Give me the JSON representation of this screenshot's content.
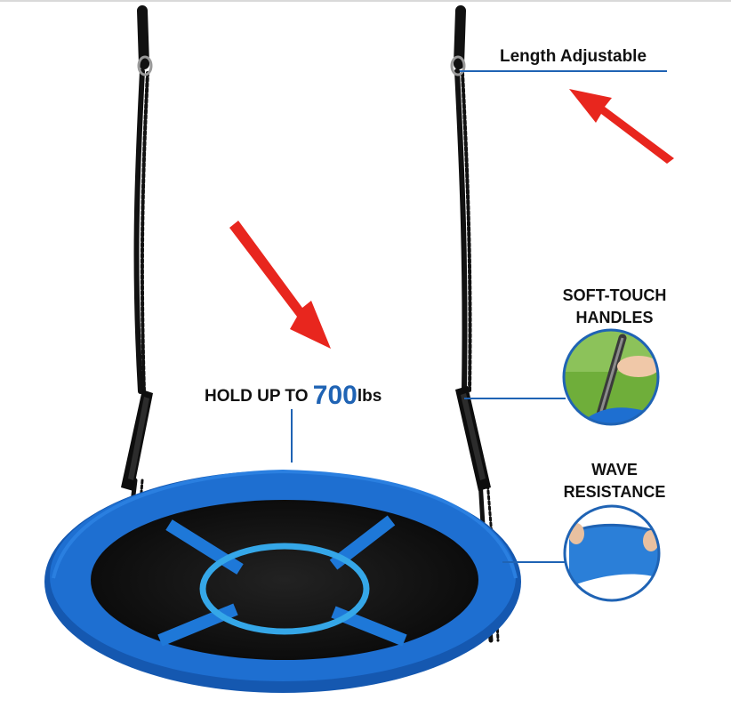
{
  "callouts": {
    "length": "Length Adjustable",
    "hold_prefix": "HOLD UP TO ",
    "hold_number": "700",
    "hold_unit": "lbs",
    "soft_line1": "SOFT-TOUCH",
    "soft_line2": "HANDLES",
    "wave_line1": "WAVE",
    "wave_line2": "RESISTANCE"
  },
  "colors": {
    "accent_blue": "#1f63b4",
    "swing_blue": "#1565c0",
    "arrow_red": "#e8261e",
    "seat_black": "#111111",
    "ring_blue": "#35a7e8"
  },
  "icons": [
    "red-arrow",
    "rope",
    "handle",
    "carabiner"
  ]
}
